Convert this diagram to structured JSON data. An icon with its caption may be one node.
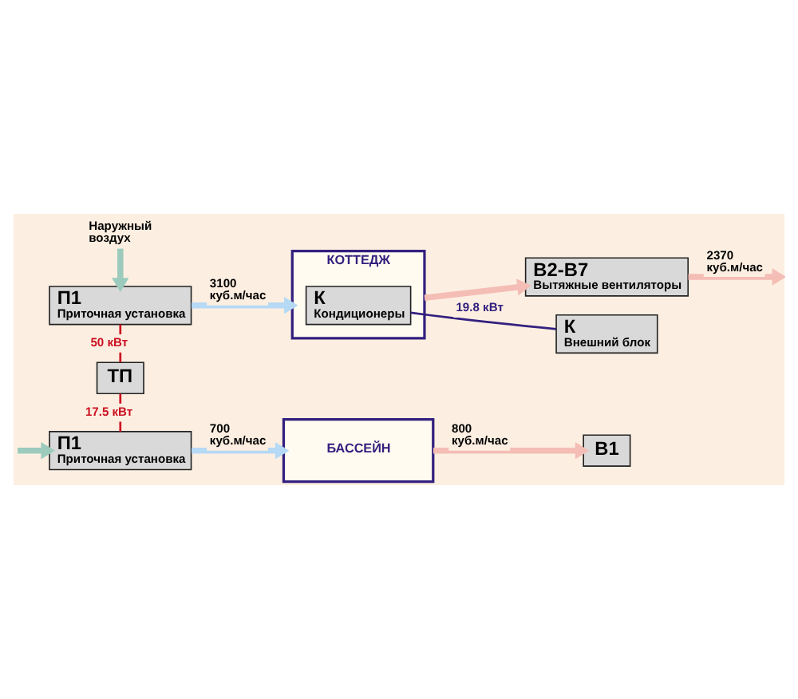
{
  "diagram": {
    "nodes": [
      {
        "text": [
          "В2-В7",
          "Вытяжные вентиляторы"
        ]
      },
      {
        "text": [
          "Наружный воздух"
        ]
      },
      {
        "text": [
          "П1",
          "Приточная установка"
        ]
      },
      {
        "text": [
          "КОТТЕДЖ"
        ]
      },
      {
        "text": [
          "К",
          "Кондиционеры"
        ],
        "in": 3
      },
      {
        "text": [
          "К",
          "Внешний блок"
        ]
      },
      {
        "text": [
          "ТП"
        ]
      },
      {
        "text": [
          "П1",
          "Приточная установка"
        ]
      },
      {
        "text": [
          "БАССЕЙН"
        ]
      },
      {
        "text": [
          "В1"
        ]
      }
    ],
    "edges": [
      {
        "from": 0,
        "to": null,
        "arrow": "to",
        "label": "2370 куб.м/час",
        "color": "#f4bdb5"
      },
      {
        "from": 1,
        "to": 2,
        "arrow": "to",
        "color": "#9ccbbd"
      },
      {
        "from": 2,
        "to": 3,
        "arrow": "to",
        "label": "3100 куб.м/час",
        "color": "#b6d9f5"
      },
      {
        "from": 3,
        "to": 0,
        "arrow": "to",
        "color": "#f4bdb5"
      },
      {
        "from": 2,
        "to": 6,
        "arrow": "none",
        "label": "50 кВт",
        "color": "#cc1122"
      },
      {
        "from": 6,
        "to": 7,
        "arrow": "none",
        "label": "17.5 кВт",
        "color": "#cc1122"
      },
      {
        "from": null,
        "to": 7,
        "arrow": "to",
        "color": "#9ccbbd"
      },
      {
        "from": 7,
        "to": 8,
        "arrow": "to",
        "label": "700 куб.м/час",
        "color": "#b6d9f5"
      },
      {
        "from": 4,
        "to": 5,
        "arrow": "none",
        "label": "19.8 кВт",
        "color": "#33207f"
      },
      {
        "from": 8,
        "to": 9,
        "arrow": "to",
        "label": "800 куб.м/час",
        "color": "#f4bdb5"
      }
    ]
  }
}
